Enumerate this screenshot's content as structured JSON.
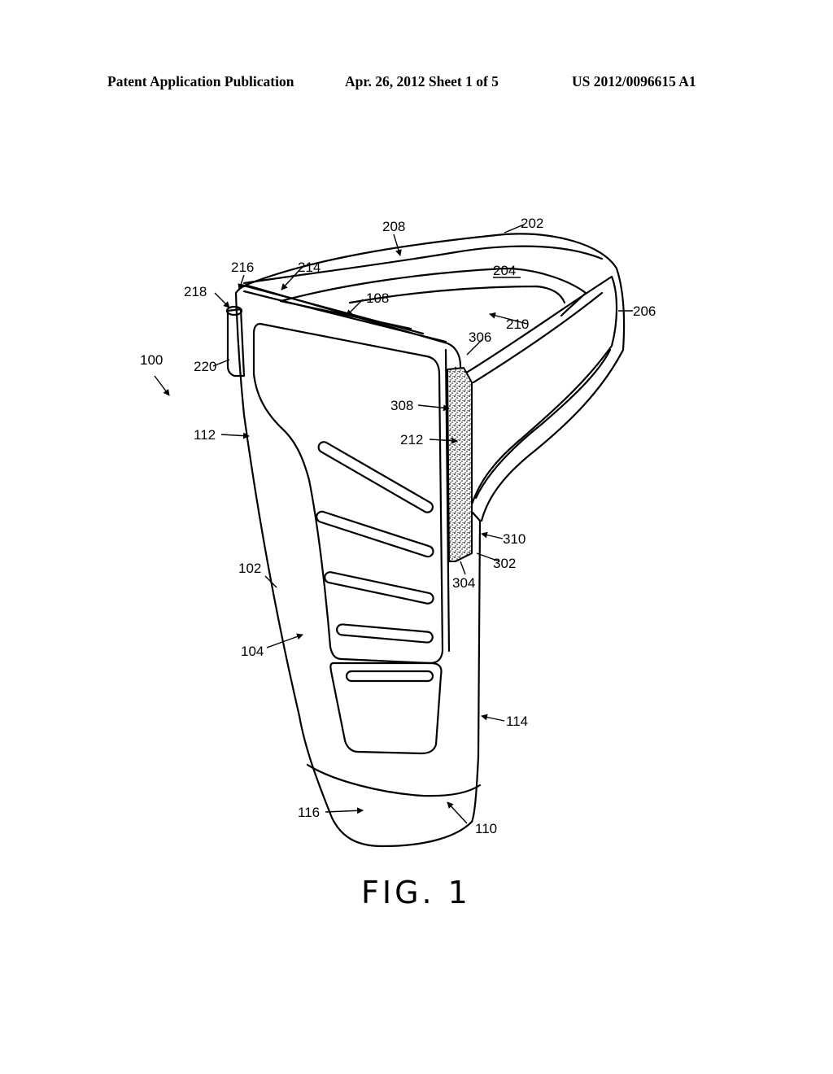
{
  "header": {
    "left": "Patent Application Publication",
    "middle": "Apr. 26, 2012  Sheet 1 of 5",
    "right": "US 2012/0096615 A1"
  },
  "figure": {
    "caption": "FIG. 1",
    "labels": {
      "l100": "100",
      "l102": "102",
      "l104": "104",
      "l108": "108",
      "l110": "110",
      "l112": "112",
      "l114": "114",
      "l116": "116",
      "l202": "202",
      "l204": "204",
      "l206": "206",
      "l208": "208",
      "l210": "210",
      "l212": "212",
      "l214": "214",
      "l216": "216",
      "l218": "218",
      "l220": "220",
      "l302": "302",
      "l304": "304",
      "l306": "306",
      "l308": "308",
      "l310": "310"
    }
  }
}
